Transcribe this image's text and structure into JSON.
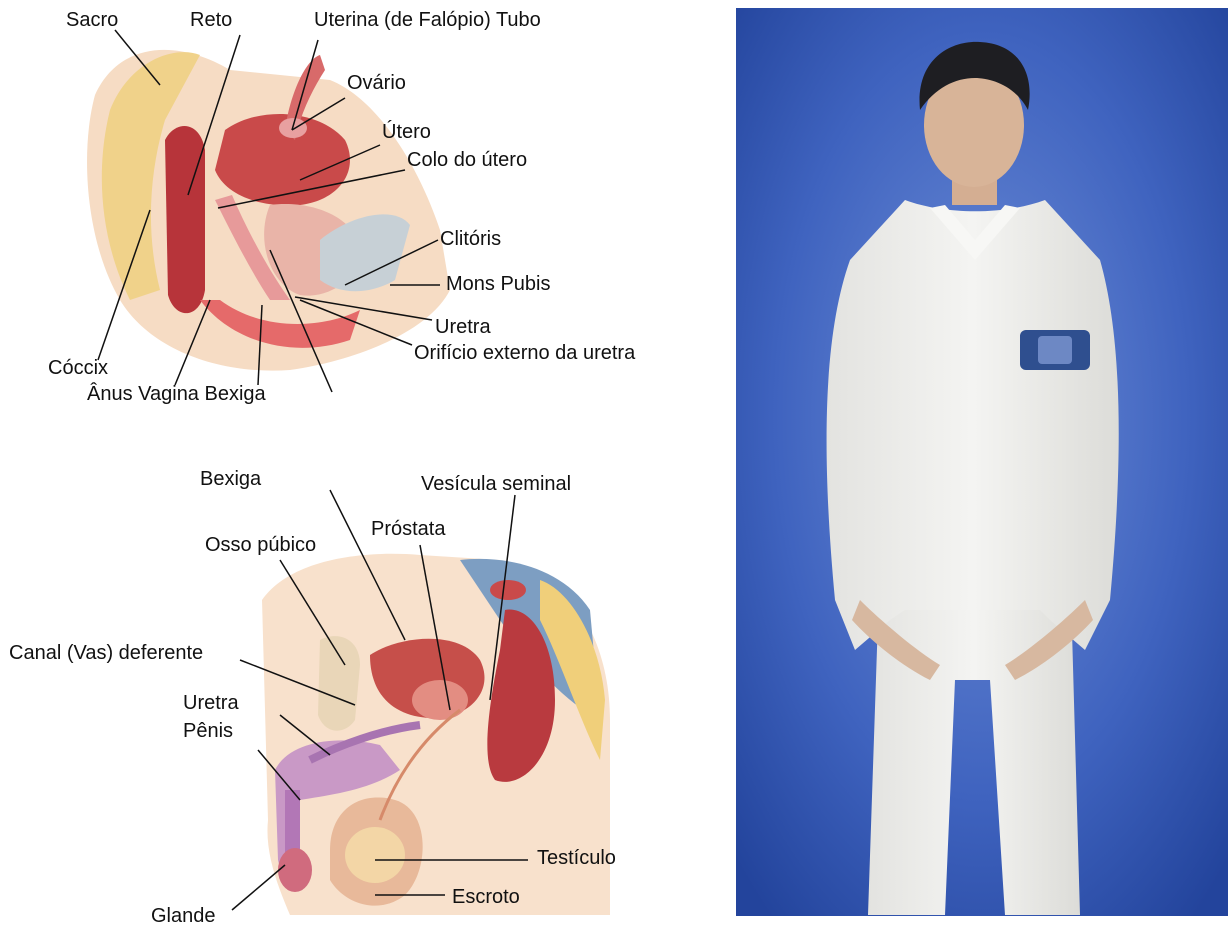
{
  "female_diagram": {
    "labels": {
      "sacro": "Sacro",
      "reto": "Reto",
      "tubo": "Uterina (de Falópio) Tubo",
      "ovario": "Ovário",
      "utero": "Útero",
      "colo": "Colo do útero",
      "clitoris": "Clitóris",
      "mons": "Mons Pubis",
      "uretra": "Uretra",
      "orificio": "Orifício externo da uretra",
      "coccix": "Cóccix",
      "anus_vagina_bexiga": "Ânus Vagina Bexiga"
    }
  },
  "male_diagram": {
    "labels": {
      "bexiga": "Bexiga",
      "vesicula": "Vesícula seminal",
      "prostata": "Próstata",
      "osso": "Osso púbico",
      "canal": "Canal (Vas) deferente",
      "uretra": "Uretra",
      "penis": "Pênis",
      "testiculo": "Testículo",
      "escroto": "Escroto",
      "glande": "Glande"
    }
  },
  "photo": {
    "background_color": "#2f55b3",
    "suit_color": "#eeeeec"
  }
}
